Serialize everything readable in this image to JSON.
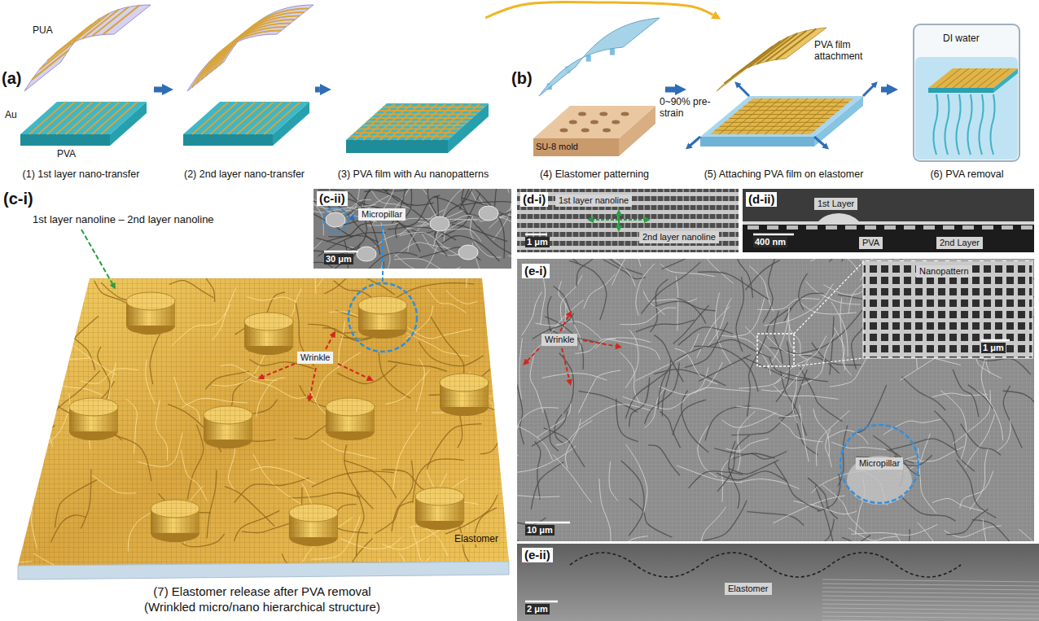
{
  "diagram": {
    "nodes": [
      {
        "text": [
          "(1) 1st layer nano-transfer"
        ]
      },
      {
        "text": [
          "(2) 2nd layer nano-transfer"
        ]
      },
      {
        "text": [
          "(3) PVA film with Au nanopatterns"
        ]
      },
      {
        "text": [
          "(4) Elastomer patterning"
        ]
      },
      {
        "text": [
          "(5) Attaching PVA film on elastomer"
        ]
      },
      {
        "text": [
          "(6) PVA removal"
        ]
      }
    ],
    "edges": [
      {
        "from": 0,
        "to": 1,
        "arrow": "to"
      },
      {
        "from": 1,
        "to": 2,
        "arrow": "to"
      },
      {
        "from": 3,
        "to": 4,
        "arrow": "to"
      },
      {
        "from": 4,
        "to": 5,
        "arrow": "to"
      },
      {
        "from": 2,
        "to": 4,
        "arrow": "to"
      }
    ],
    "labels": [
      "(a)",
      "PUA",
      "Au",
      "PVA",
      "(b)",
      "SU-8 mold",
      "0~90% pre-strain",
      "PVA film attachment",
      "DI water",
      "(c-i)",
      "1st layer nanoline – 2nd layer nanoline",
      "Micropillar",
      "Wrinkle",
      "Elastomer",
      "(7) Elastomer release after PVA removal",
      "(Wrinkled micro/nano hierarchical structure)",
      "(c-ii)",
      "30 μm",
      "(d-i)",
      "1st layer nanoline",
      "2nd layer nanoline",
      "1 μm",
      "(d-ii)",
      "1st Layer",
      "400 nm",
      "PVA",
      "2nd Layer",
      "(e-i)",
      "Nanopattern",
      "1 μm",
      "Wrinkle",
      "Micropillar",
      "10 μm",
      "(e-ii)",
      "Elastomer",
      "2 μm"
    ]
  }
}
